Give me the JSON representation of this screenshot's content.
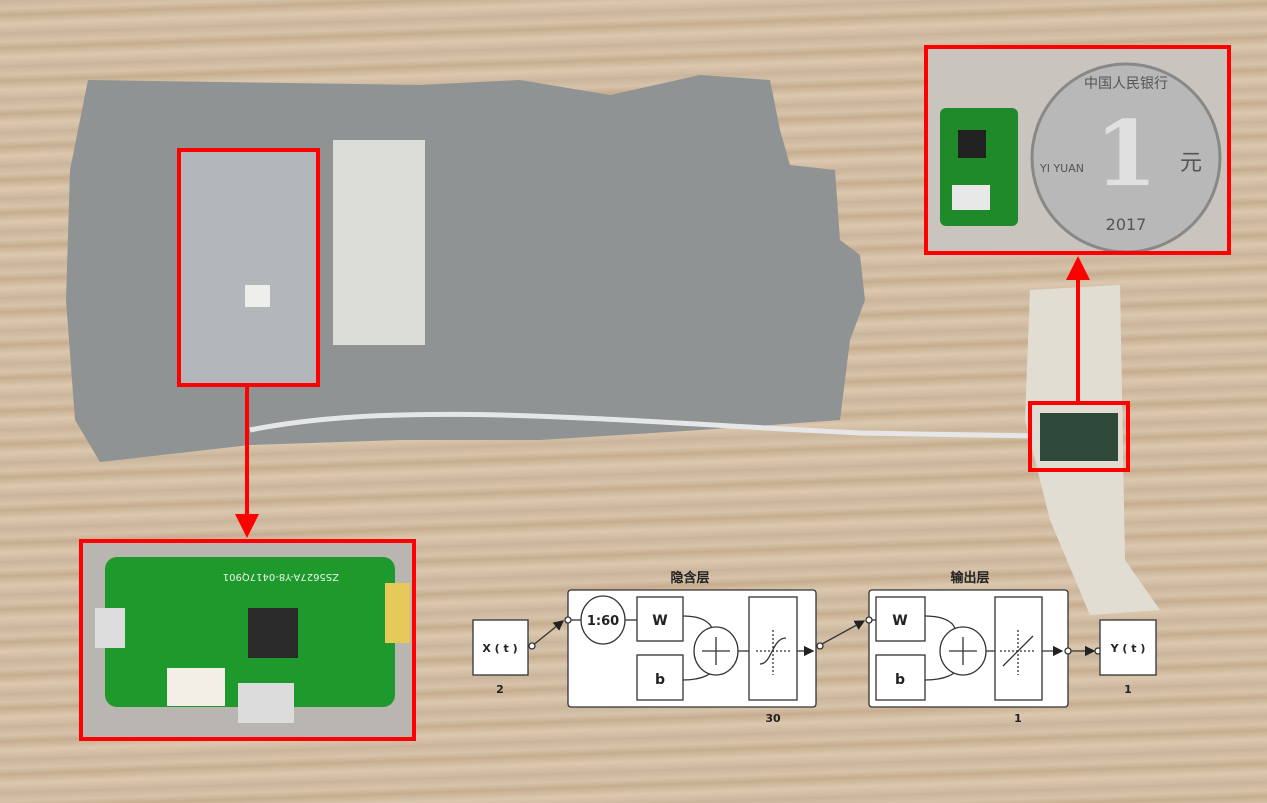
{
  "photo": {
    "pcb_silkscreen": "ZS5627A-Y8-0417Q901",
    "coin_denomination": "1",
    "coin_unit": "元",
    "coin_year": "2017",
    "coin_text": "中国人民银行",
    "coin_pinyin": "YI YUAN",
    "highlight_color": "#ff0000"
  },
  "diagram": {
    "input": {
      "label": "X ( t )",
      "size": "2"
    },
    "hidden_layer": {
      "title": "隐含层",
      "delay": "1:60",
      "weight": "W",
      "bias": "b",
      "size": "30"
    },
    "output_layer": {
      "title": "输出层",
      "weight": "W",
      "bias": "b",
      "size": "1"
    },
    "output": {
      "label": "Y ( t )",
      "size": "1"
    }
  }
}
